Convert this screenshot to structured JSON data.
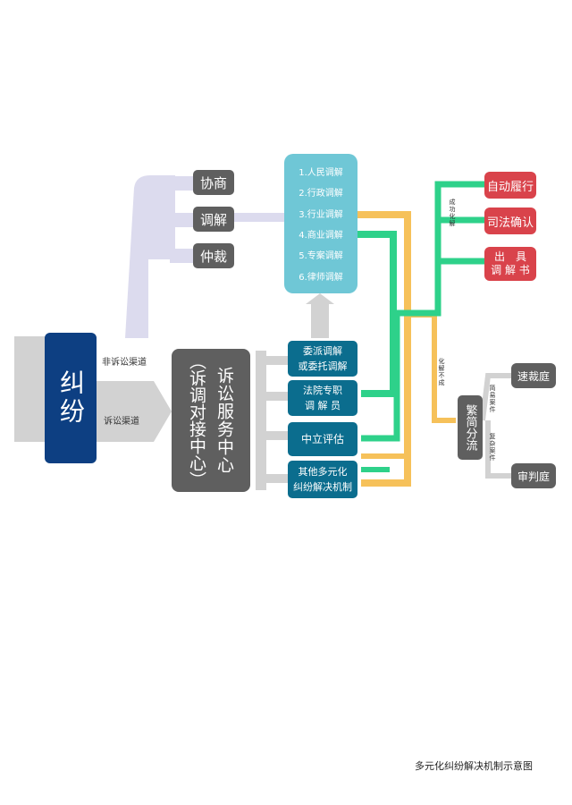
{
  "dispute": "纠纷",
  "channels": {
    "non_litigation": "非诉讼渠道",
    "litigation": "诉讼渠道"
  },
  "center": {
    "name": "诉讼服务中心",
    "sub": "（诉调对接中心）"
  },
  "non_litigation_options": [
    "协商",
    "调解",
    "仲裁"
  ],
  "mediation_types": [
    "1.人民调解",
    "2.行政调解",
    "3.行业调解",
    "4.商业调解",
    "5.专案调解",
    "6.律师调解"
  ],
  "service_items": [
    {
      "line1": "委派调解",
      "line2": "或委托调解"
    },
    {
      "line1": "法院专职",
      "line2": "调 解 员"
    },
    {
      "line1": "中立评估",
      "line2": ""
    },
    {
      "line1": "其他多元化",
      "line2": "纠纷解决机制"
    }
  ],
  "success_label": "成功化解",
  "fail_label": "化解不成",
  "outcomes": [
    {
      "line1": "自动履行",
      "line2": ""
    },
    {
      "line1": "司法确认",
      "line2": ""
    },
    {
      "line1": "出　具",
      "line2": "调 解 书"
    }
  ],
  "diversion": "繁简分流",
  "simple_case": "简易案件",
  "complex_case": "复杂案件",
  "courts": [
    "速裁庭",
    "审判庭"
  ],
  "caption": "多元化纠纷解决机制示意图",
  "colors": {
    "dispute": "#0d3f82",
    "center": "#5f5f5f",
    "teal": "#0b6d8e",
    "mediation_panel": "#6fc7d6",
    "success": "#2ed18a",
    "fail": "#f6c15a",
    "outcome": "#d9434b",
    "channel_gray": "#d2d2d2",
    "channel_lavender": "#dcdbee"
  }
}
